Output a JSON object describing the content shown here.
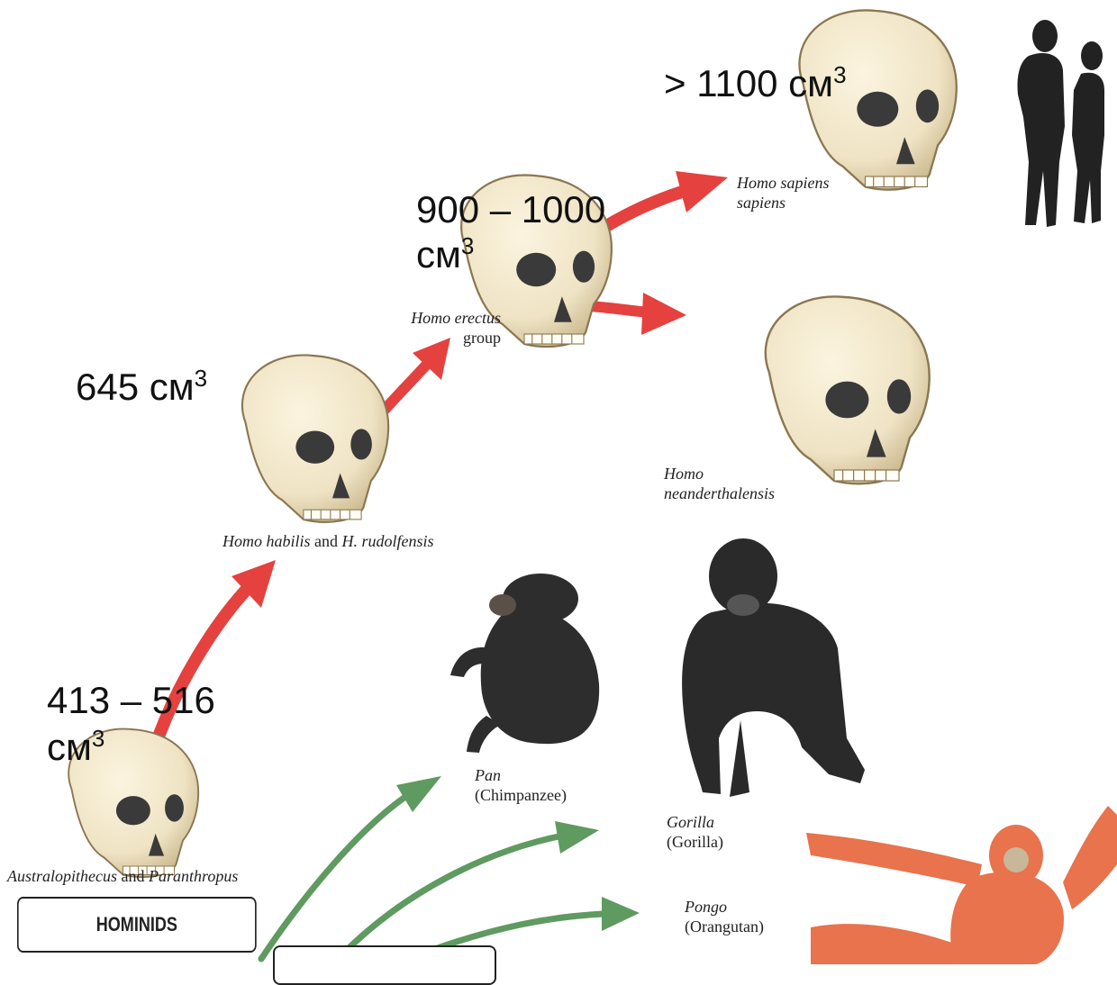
{
  "volumes": {
    "sapiens": {
      "value": "> 1100 см",
      "exp": "3"
    },
    "erectus": {
      "line1": "900 – 1000",
      "line2": "см",
      "exp": "3"
    },
    "habilis": {
      "value": "645 см",
      "exp": "3"
    },
    "australopithecus": {
      "line1": "413 – 516",
      "line2": "см",
      "exp": "3"
    }
  },
  "species": {
    "sapiens": {
      "line1": "Homo sapiens",
      "line2": "sapiens"
    },
    "erectus": {
      "line1": "Homo erectus",
      "line2": "group"
    },
    "neanderthal": {
      "line1": "Homo",
      "line2": "neanderthalensis"
    },
    "habilis": {
      "part1": "Homo habilis",
      "part2": " and ",
      "part3": "H. rudolfensis"
    },
    "australopithecus": {
      "part1": "Australopithecus",
      "part2": " and ",
      "part3": "Paranthropus"
    },
    "pan": {
      "line1": "Pan",
      "line2": "(Chimpanzee)"
    },
    "gorilla": {
      "line1": "Gorilla",
      "line2": "(Gorilla)"
    },
    "pongo": {
      "line1": "Pongo",
      "line2": "(Orangutan)"
    }
  },
  "boxes": {
    "hominids": "HOMINIDS"
  },
  "colors": {
    "red_arrow": "#e5413f",
    "green_arrow": "#5f9a60",
    "skull": "#efe3c4",
    "ape_dark": "#2d2d2d",
    "orangutan": "#e8734c"
  }
}
